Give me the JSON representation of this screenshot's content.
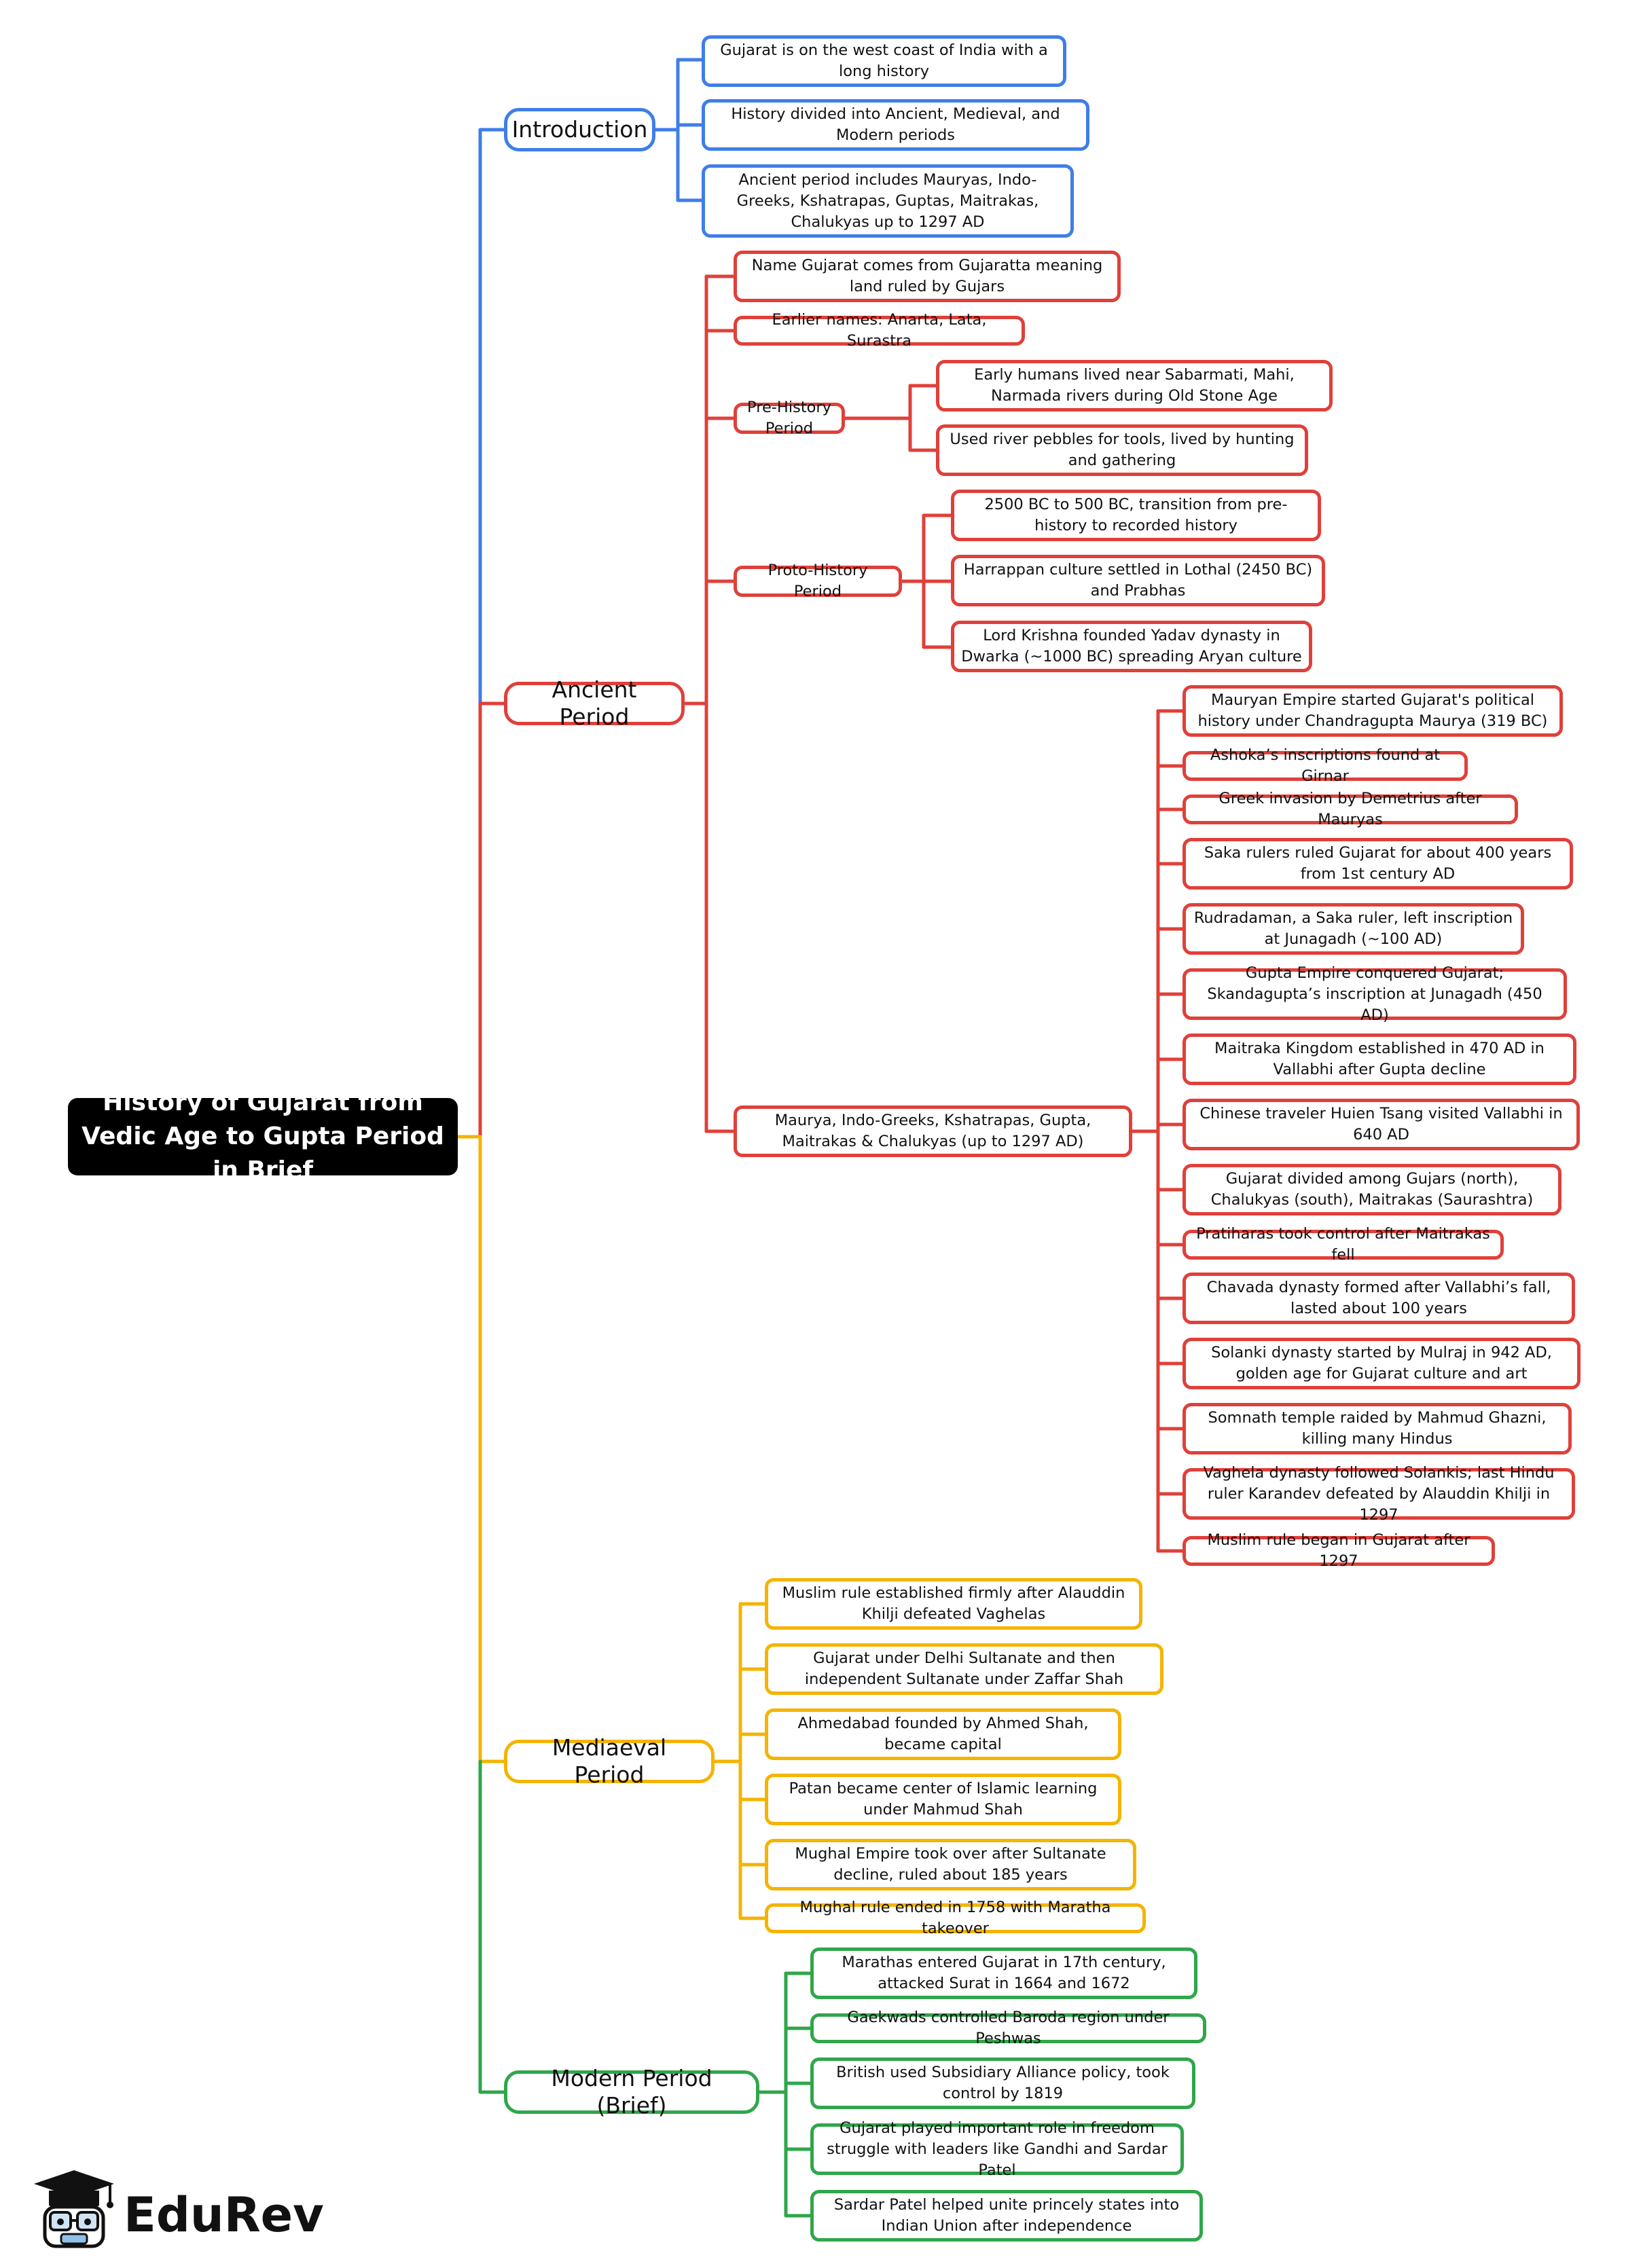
{
  "root": "History of Gujarat from Vedic Age to Gupta Period in Brief",
  "colors": {
    "blue": "#3f7ee8",
    "red": "#e0403a",
    "yellow": "#f4b400",
    "green": "#2fa64a",
    "root_bg": "#000000"
  },
  "branches": {
    "introduction": {
      "label": "Introduction",
      "items": [
        "Gujarat is on the west coast of India with a long history",
        "History divided into Ancient, Medieval, and Modern periods",
        "Ancient period includes Mauryas, Indo-Greeks, Kshatrapas, Guptas, Maitrakas, Chalukyas up to 1297 AD"
      ]
    },
    "ancient": {
      "label": "Ancient Period",
      "items": [
        "Name Gujarat comes from Gujaratta meaning land ruled by Gujars",
        "Earlier names: Anarta, Lata, Surastra"
      ],
      "prehistory": {
        "label": "Pre-History Period",
        "items": [
          "Early humans lived near Sabarmati, Mahi, Narmada rivers during Old Stone Age",
          "Used river pebbles for tools, lived by hunting and gathering"
        ]
      },
      "protohistory": {
        "label": "Proto-History Period",
        "items": [
          "2500 BC to 500 BC, transition from pre-history to recorded history",
          "Harrappan culture settled in Lothal (2450 BC) and Prabhas",
          "Lord Krishna founded Yadav dynasty in Dwarka (~1000 BC) spreading Aryan culture"
        ]
      },
      "maurya": {
        "label": "Maurya, Indo-Greeks, Kshatrapas, Gupta, Maitrakas & Chalukyas (up to 1297 AD)",
        "items": [
          "Mauryan Empire started Gujarat's political history under Chandragupta Maurya (319 BC)",
          "Ashoka’s inscriptions found at Girnar",
          "Greek invasion by Demetrius after Mauryas",
          "Saka rulers ruled Gujarat for about 400 years from 1st century AD",
          "Rudradaman, a Saka ruler, left inscription at Junagadh (~100 AD)",
          "Gupta Empire conquered Gujarat; Skandagupta’s inscription at Junagadh (450 AD)",
          "Maitraka Kingdom established in 470 AD in Vallabhi after Gupta decline",
          "Chinese traveler Huien Tsang visited Vallabhi in 640 AD",
          "Gujarat divided among Gujars (north), Chalukyas (south), Maitrakas (Saurashtra)",
          "Pratiharas took control after Maitrakas fell",
          "Chavada dynasty formed after Vallabhi’s fall, lasted about 100 years",
          "Solanki dynasty started by Mulraj in 942 AD, golden age for Gujarat culture and art",
          "Somnath temple raided by Mahmud Ghazni, killing many Hindus",
          "Vaghela dynasty followed Solankis; last Hindu ruler Karandev defeated by Alauddin Khilji in 1297",
          "Muslim rule began in Gujarat after 1297"
        ]
      }
    },
    "mediaeval": {
      "label": "Mediaeval Period",
      "items": [
        "Muslim rule established firmly after Alauddin Khilji defeated Vaghelas",
        "Gujarat under Delhi Sultanate and then independent Sultanate under Zaffar Shah",
        "Ahmedabad founded by Ahmed Shah, became capital",
        "Patan became center of Islamic learning under Mahmud Shah",
        "Mughal Empire took over after Sultanate decline, ruled about 185 years",
        "Mughal rule ended in 1758 with Maratha takeover"
      ]
    },
    "modern": {
      "label": "Modern Period (Brief)",
      "items": [
        "Marathas entered Gujarat in 17th century, attacked Surat in 1664 and 1672",
        "Gaekwads controlled Baroda region under Peshwas",
        "British used Subsidiary Alliance policy, took control by 1819",
        "Gujarat played important role in freedom struggle with leaders like Gandhi and Sardar Patel",
        "Sardar Patel helped unite princely states into Indian Union after independence"
      ]
    }
  },
  "logo": {
    "text": "EduRev",
    "icon": "graduation-cap-mascot-icon"
  }
}
